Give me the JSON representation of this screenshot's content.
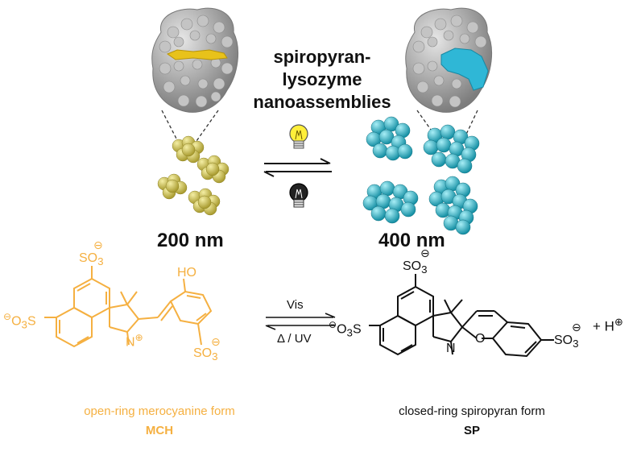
{
  "title": {
    "line1": "spiropyran-",
    "line2": "lysozyme",
    "line3": "nanoassemblies"
  },
  "sizes": {
    "left": "200 nm",
    "right": "400 nm"
  },
  "reaction": {
    "forward_label": "Vis",
    "reverse_label": "Δ / UV",
    "byproduct": "+ H",
    "byproduct_charge": "⊕"
  },
  "mch": {
    "caption": "open-ring merocyanine form",
    "abbrev": "MCH",
    "color": "#f5b041"
  },
  "sp": {
    "caption": "closed-ring spiropyran form",
    "abbrev": "SP",
    "color": "#111111"
  },
  "colors": {
    "protein": "#a9a9a9",
    "mch_cluster": "#d9cf6a",
    "sp_cluster": "#3bbfd0"
  },
  "icons": [
    "light-bulb-on-icon",
    "light-bulb-off-icon"
  ]
}
